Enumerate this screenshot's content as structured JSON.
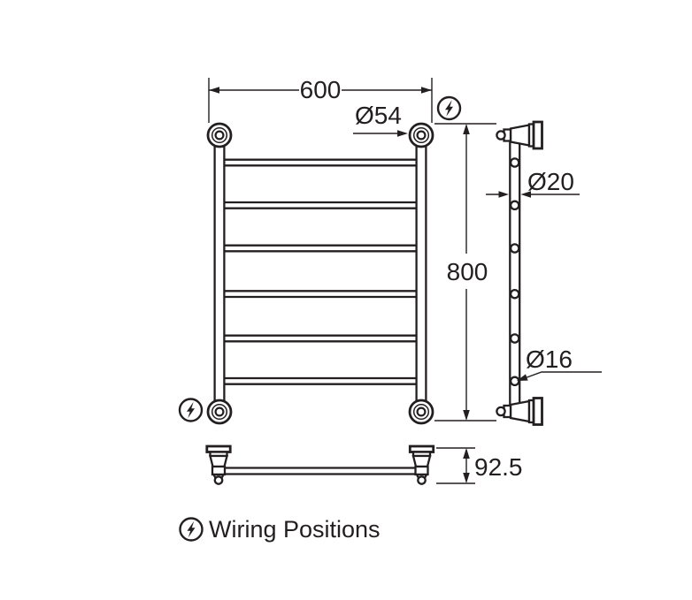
{
  "dimensions": {
    "overall_width": "600",
    "flange_diameter": "Ø54",
    "overall_height": "800",
    "rail_tube_diameter": "Ø20",
    "hub_diameter": "Ø16",
    "wall_projection": "92.5"
  },
  "legend": {
    "wiring_label": "Wiring Positions"
  },
  "icons": {
    "wiring_icon": "lightning-bolt-in-circle"
  },
  "colors": {
    "line": "#231f20",
    "background": "#ffffff"
  }
}
